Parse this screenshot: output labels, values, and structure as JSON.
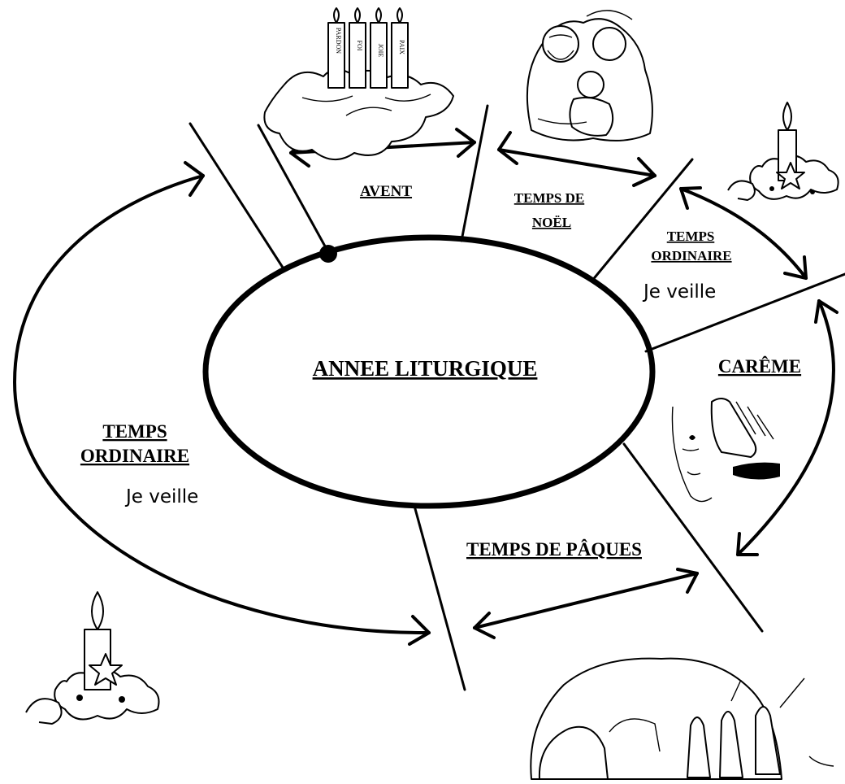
{
  "center_label": "ANNEE LITURGIQUE",
  "seasons": {
    "avent": "AVENT",
    "noel": [
      "TEMPS DE",
      "NOËL"
    ],
    "ordinaire_right": [
      "TEMPS",
      "ORDINAIRE"
    ],
    "careme": "CARÊME",
    "paques": "TEMPS DE PÂQUES",
    "ordinaire_left": [
      "TEMPS",
      "ORDINAIRE"
    ]
  },
  "veille_right": "Je veille",
  "veille_left": "Je veille",
  "advent_candles": [
    "PARDON",
    "FOI",
    "JOIE",
    "PAIX"
  ]
}
